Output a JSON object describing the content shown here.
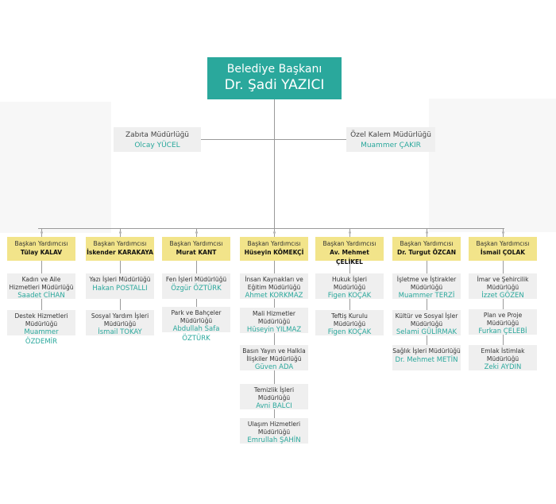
{
  "mayor": {
    "title": "Belediye Başkanı",
    "name": "Dr. Şadi YAZICI"
  },
  "side_units": [
    {
      "title": "Zabıta Müdürlüğü",
      "person": "Olcay YÜCEL"
    },
    {
      "title": "Özel Kalem Müdürlüğü",
      "person": "Muammer ÇAKIR"
    }
  ],
  "deputy_role": "Başkan Yardımcısı",
  "deputies": [
    {
      "name": "Tülay KALAV"
    },
    {
      "name": "İskender KARAKAYA"
    },
    {
      "name": "Murat KANT"
    },
    {
      "name": "Hüseyin KÖMEKÇİ"
    },
    {
      "name": "Av. Mehmet ÇELİKEL"
    },
    {
      "name": "Dr. Turgut ÖZCAN"
    },
    {
      "name": "İsmail ÇOLAK"
    }
  ],
  "units": [
    [
      {
        "title": "Kadın ve Aile Hizmetleri Müdürlüğü",
        "person": "Saadet CİHAN"
      },
      {
        "title": "Destek Hizmetleri Müdürlüğü",
        "person": "Muammer ÖZDEMİR"
      }
    ],
    [
      {
        "title": "Yazı İşleri Müdürlüğü",
        "person": "Hakan POSTALLI"
      },
      {
        "title": "Sosyal Yardım İşleri Müdürlüğü",
        "person": "İsmail TOKAY"
      }
    ],
    [
      {
        "title": "Fen İşleri Müdürlüğü",
        "person": "Özgür ÖZTÜRK"
      },
      {
        "title": "Park ve Bahçeler Müdürlüğü",
        "person": "Abdullah Safa ÖZTÜRK"
      }
    ],
    [
      {
        "title": "İnsan Kaynakları ve Eğitim Müdürlüğü",
        "person": "Ahmet KORKMAZ"
      },
      {
        "title": "Mali Hizmetler Müdürlüğü",
        "person": "Hüseyin YILMAZ"
      },
      {
        "title": "Basın Yayın ve Halkla İlişkiler Müdürlüğü",
        "person": "Güven ADA"
      },
      {
        "title": "Temizlik İşleri Müdürlüğü",
        "person": "Avni BALCI"
      },
      {
        "title": "Ulaşım Hizmetleri Müdürlüğü",
        "person": "Emrullah ŞAHİN"
      }
    ],
    [
      {
        "title": "Hukuk İşleri Müdürlüğü",
        "person": "Figen KOÇAK"
      },
      {
        "title": "Teftiş Kurulu Müdürlüğü",
        "person": "Figen KOÇAK"
      }
    ],
    [
      {
        "title": "İşletme ve İştirakler Müdürlüğü",
        "person": "Muammer TERZİ"
      },
      {
        "title": "Kültür ve Sosyal İşler Müdürlüğü",
        "person": "Selami GÜLİRMAK"
      },
      {
        "title": "Sağlık İşleri Müdürlüğü",
        "person": "Dr. Mehmet METİN"
      }
    ],
    [
      {
        "title": "İmar ve Şehircilik Müdürlüğü",
        "person": "İzzet GÖZEN"
      },
      {
        "title": "Plan ve Proje Müdürlüğü",
        "person": "Furkan ÇELEBİ"
      },
      {
        "title": "Emlak İstimlak Müdürlüğü",
        "person": "Zeki AYDIN"
      }
    ]
  ]
}
